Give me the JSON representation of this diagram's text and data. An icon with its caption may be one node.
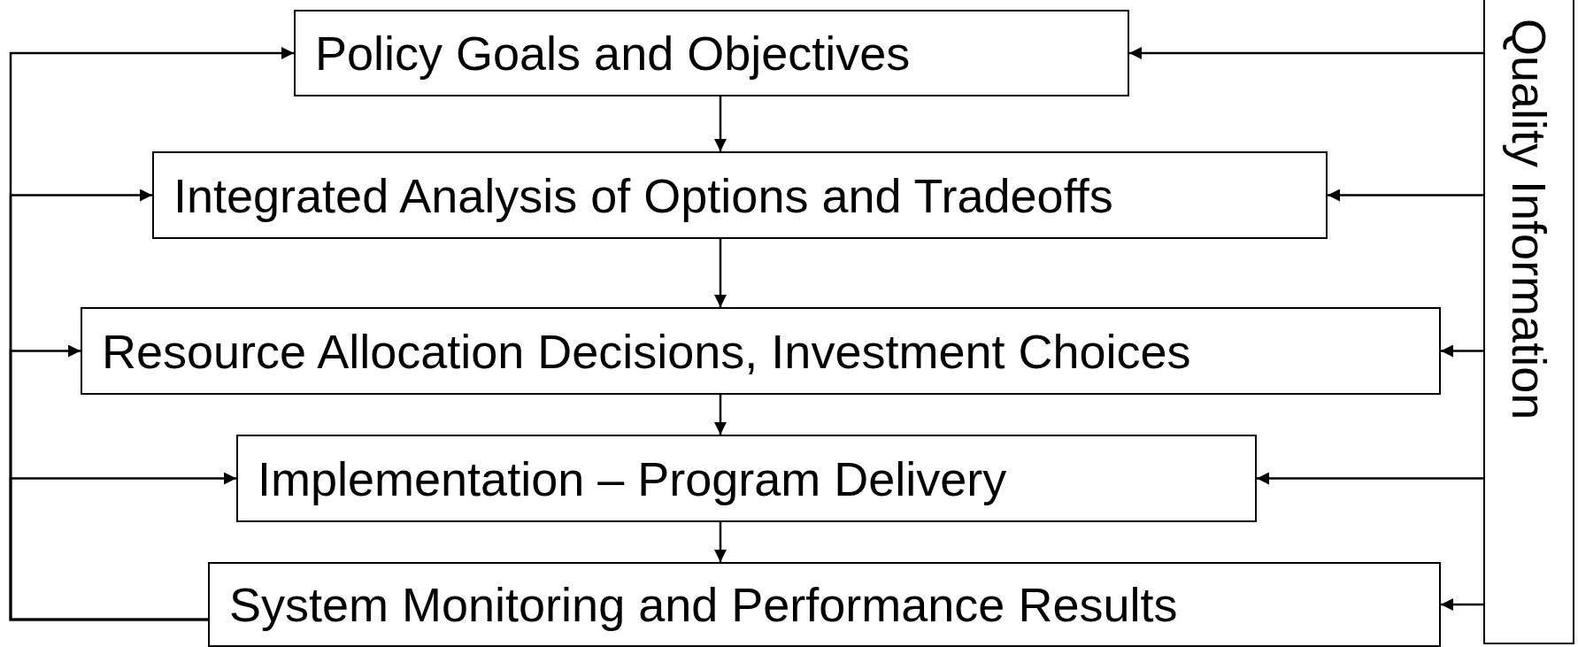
{
  "diagram": {
    "nodes": [
      {
        "text": [
          "Policy Goals and Objectives"
        ]
      },
      {
        "text": [
          "Integrated Analysis of Options and Tradeoffs"
        ]
      },
      {
        "text": [
          "Resource Allocation Decisions, Investment Choices"
        ]
      },
      {
        "text": [
          "Implementation – Program Delivery"
        ]
      },
      {
        "text": [
          "System Monitoring and Performance Results"
        ]
      },
      {
        "text": [
          "Quality Information"
        ]
      }
    ],
    "edges": [
      {
        "from": 0,
        "to": 1,
        "arrow": "to"
      },
      {
        "from": 1,
        "to": 2,
        "arrow": "to"
      },
      {
        "from": 2,
        "to": 3,
        "arrow": "to"
      },
      {
        "from": 3,
        "to": 4,
        "arrow": "to"
      },
      {
        "from": 5,
        "to": 0,
        "arrow": "to"
      },
      {
        "from": 5,
        "to": 1,
        "arrow": "to"
      },
      {
        "from": 5,
        "to": 2,
        "arrow": "to"
      },
      {
        "from": 5,
        "to": 3,
        "arrow": "to"
      },
      {
        "from": 5,
        "to": 4,
        "arrow": "to"
      },
      {
        "from": 4,
        "to": 0,
        "arrow": "to"
      },
      {
        "from": 4,
        "to": 1,
        "arrow": "to"
      },
      {
        "from": 4,
        "to": 2,
        "arrow": "to"
      },
      {
        "from": 4,
        "to": 3,
        "arrow": "to"
      }
    ]
  }
}
